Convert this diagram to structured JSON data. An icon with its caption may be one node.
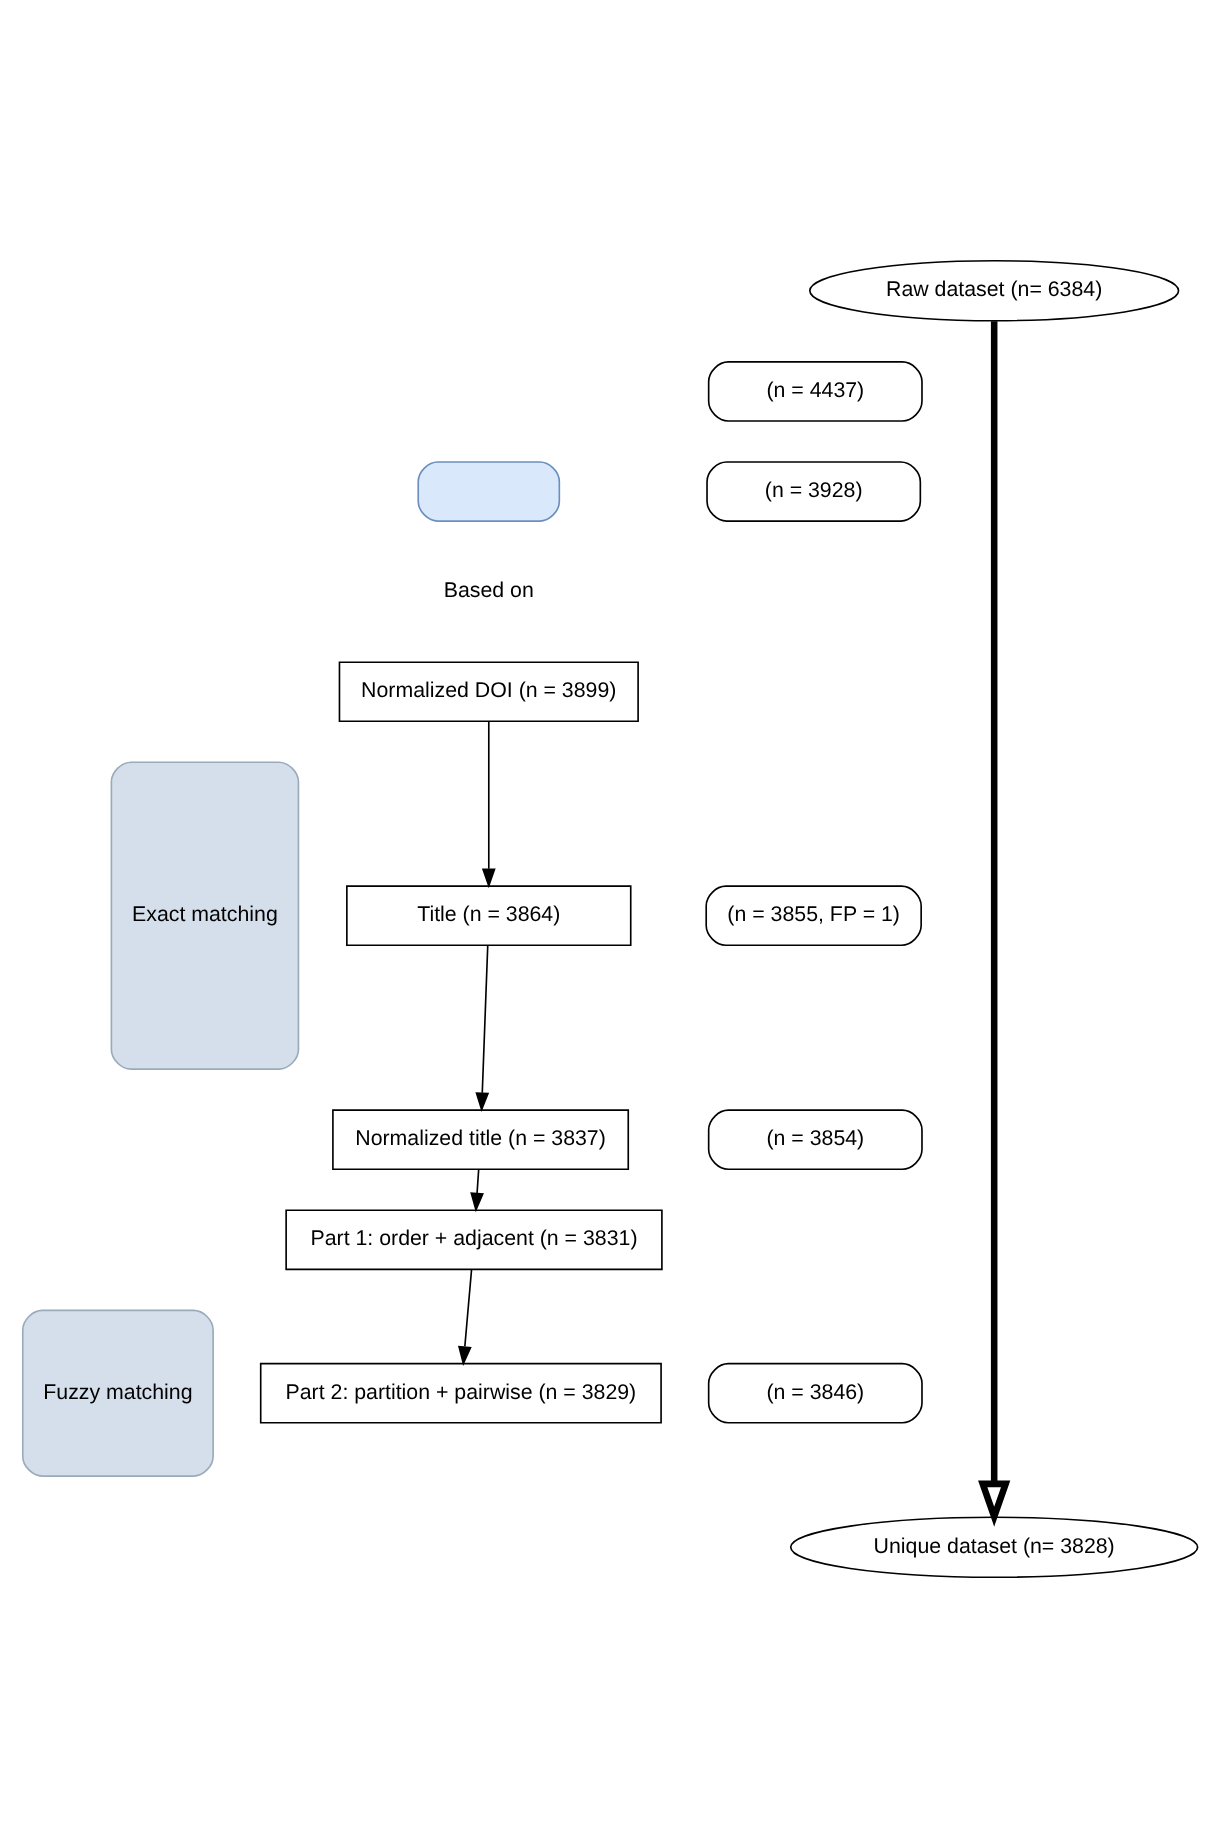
{
  "diagram": {
    "nodes": [
      {
        "text": [
          "Raw dataset (n= 6384)"
        ]
      },
      {
        "text": [
          "(n = 4437)"
        ]
      },
      {
        "text": [
          "(n = 3928)"
        ]
      },
      {
        "text": [],
        "shape": "box"
      },
      {
        "text": [
          "Exact matching"
        ]
      },
      {
        "text": [
          "Normalized DOI (n = 3899)"
        ]
      },
      {
        "text": [
          "Title (n = 3864)"
        ]
      },
      {
        "text": [
          "(n = 3855, FP = 1)"
        ]
      },
      {
        "text": [
          "(n = 3854)"
        ]
      },
      {
        "text": [
          "(n = 3846)"
        ]
      },
      {
        "text": [
          "Normalized title (n = 3837)"
        ]
      },
      {
        "text": [
          "Fuzzy matching"
        ]
      },
      {
        "text": [
          "Part 1: order + adjacent (n = 3831)"
        ]
      },
      {
        "text": [
          "Part 2: partition + pairwise (n = 3829)"
        ]
      },
      {
        "text": [
          "Unique dataset (n= 3828)"
        ]
      }
    ],
    "edges": [
      {
        "from": 0,
        "to": 14,
        "arrow": "to",
        "style": "thick"
      },
      {
        "from": 5,
        "to": 6,
        "arrow": "to"
      },
      {
        "from": 6,
        "to": 10,
        "arrow": "to"
      },
      {
        "from": 10,
        "to": 12,
        "arrow": "to"
      },
      {
        "from": 12,
        "to": 13,
        "arrow": "to"
      }
    ],
    "labels": [
      "Based on"
    ]
  }
}
